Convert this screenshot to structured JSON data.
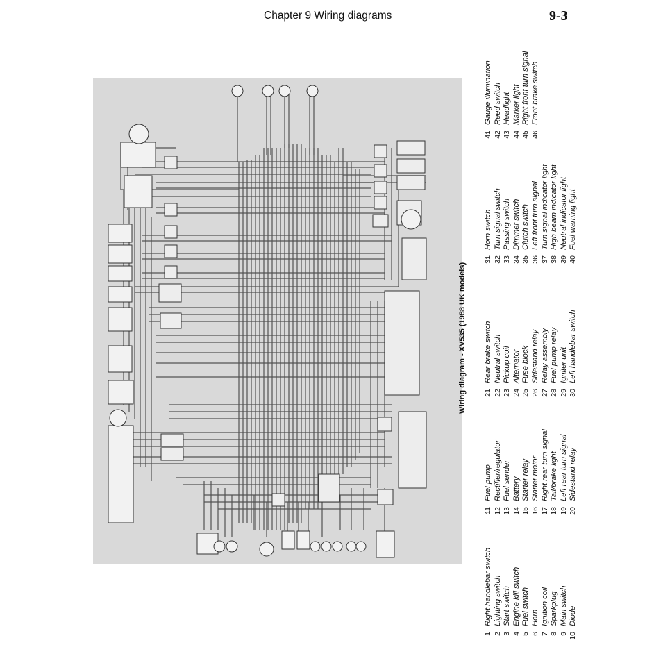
{
  "header": {
    "chapter": "Chapter 9   Wiring diagrams",
    "page": "9-3"
  },
  "diagram_title": "Wiring diagram - XV535 (1988 UK models)",
  "legend": {
    "col1": [
      {
        "n": "1",
        "label": "Right handlebar switch"
      },
      {
        "n": "2",
        "label": "Lighting switch"
      },
      {
        "n": "3",
        "label": "Start switch"
      },
      {
        "n": "4",
        "label": "Engine kill switch"
      },
      {
        "n": "5",
        "label": "Fuel switch"
      },
      {
        "n": "6",
        "label": "Horn"
      },
      {
        "n": "7",
        "label": "Ignition coil"
      },
      {
        "n": "8",
        "label": "Sparkplug"
      },
      {
        "n": "9",
        "label": "Main switch"
      },
      {
        "n": "10",
        "label": "Diode"
      }
    ],
    "col2": [
      {
        "n": "11",
        "label": "Fuel pump"
      },
      {
        "n": "12",
        "label": "Rectifier/regulator"
      },
      {
        "n": "13",
        "label": "Fuel sender"
      },
      {
        "n": "14",
        "label": "Battery"
      },
      {
        "n": "15",
        "label": "Starter relay"
      },
      {
        "n": "16",
        "label": "Starter motor"
      },
      {
        "n": "17",
        "label": "Right rear turn signal"
      },
      {
        "n": "18",
        "label": "Tail/brake light"
      },
      {
        "n": "19",
        "label": "Left rear turn signal"
      },
      {
        "n": "20",
        "label": "Sidestand relay"
      }
    ],
    "col3": [
      {
        "n": "21",
        "label": "Rear brake switch"
      },
      {
        "n": "22",
        "label": "Neutral switch"
      },
      {
        "n": "23",
        "label": "Pickup coil"
      },
      {
        "n": "24",
        "label": "Alternator"
      },
      {
        "n": "25",
        "label": "Fuse block"
      },
      {
        "n": "26",
        "label": "Sidestand relay"
      },
      {
        "n": "27",
        "label": "Relay assembly"
      },
      {
        "n": "28",
        "label": "Fuel pump relay"
      },
      {
        "n": "29",
        "label": "Igniter unit"
      },
      {
        "n": "30",
        "label": "Left handlebar switch"
      }
    ],
    "col4": [
      {
        "n": "31",
        "label": "Horn switch"
      },
      {
        "n": "32",
        "label": "Turn signal switch"
      },
      {
        "n": "33",
        "label": "Passing switch"
      },
      {
        "n": "34",
        "label": "Dimmer switch"
      },
      {
        "n": "35",
        "label": "Clutch switch"
      },
      {
        "n": "36",
        "label": "Left front turn signal"
      },
      {
        "n": "37",
        "label": "Turn signal indicator light"
      },
      {
        "n": "38",
        "label": "High beam indicator light"
      },
      {
        "n": "39",
        "label": "Neutral indicator light"
      },
      {
        "n": "40",
        "label": "Fuel warning light"
      }
    ],
    "col5": [
      {
        "n": "41",
        "label": "Gauge illumination"
      },
      {
        "n": "42",
        "label": "Reed switch"
      },
      {
        "n": "43",
        "label": "Headlight"
      },
      {
        "n": "44",
        "label": "Marker light"
      },
      {
        "n": "45",
        "label": "Right front turn signal"
      },
      {
        "n": "46",
        "label": "Front brake switch"
      }
    ]
  }
}
